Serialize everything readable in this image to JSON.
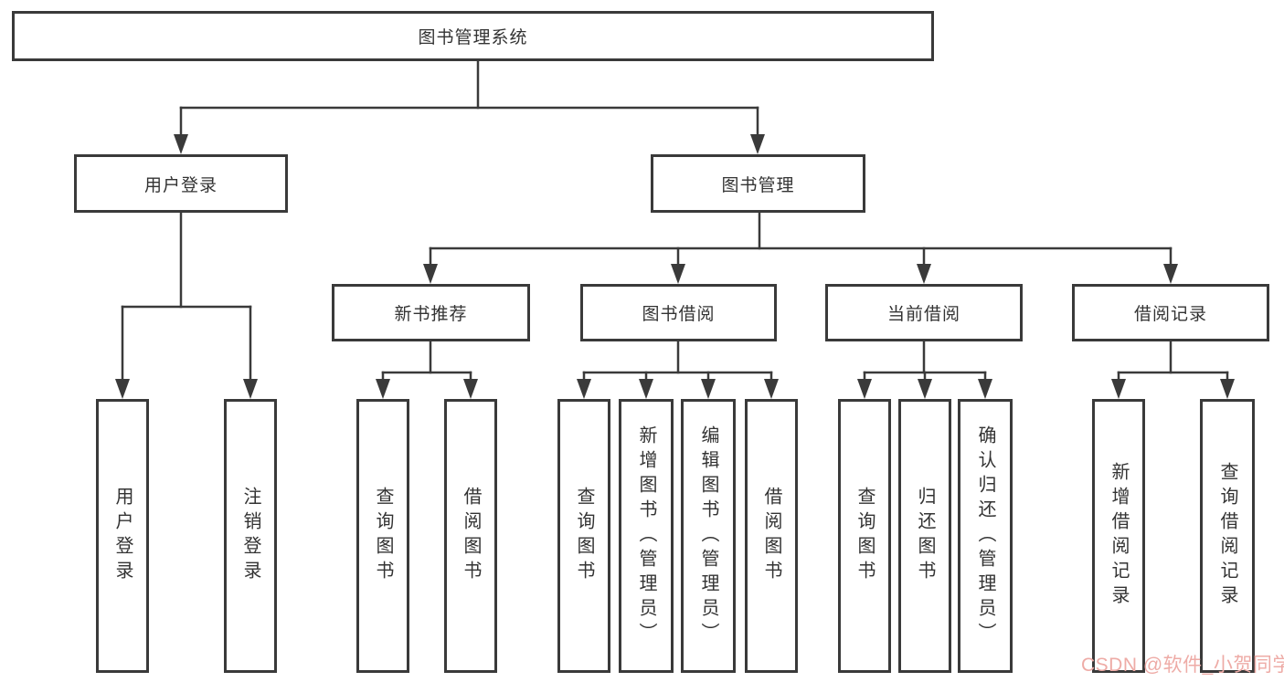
{
  "nodes": {
    "root": {
      "label": "图书管理系统"
    },
    "level2": [
      {
        "label": "用户登录"
      },
      {
        "label": "图书管理"
      }
    ],
    "level3": [
      {
        "label": "新书推荐",
        "parent": "图书管理"
      },
      {
        "label": "图书借阅",
        "parent": "图书管理"
      },
      {
        "label": "当前借阅",
        "parent": "图书管理"
      },
      {
        "label": "借阅记录",
        "parent": "图书管理"
      }
    ],
    "leaves": [
      {
        "parent": "用户登录",
        "label": "用户登录"
      },
      {
        "parent": "用户登录",
        "label": "注销登录"
      },
      {
        "parent": "新书推荐",
        "label": "查询图书"
      },
      {
        "parent": "新书推荐",
        "label": "借阅图书"
      },
      {
        "parent": "图书借阅",
        "label": "查询图书"
      },
      {
        "parent": "图书借阅",
        "label": "新增图书（管理员）"
      },
      {
        "parent": "图书借阅",
        "label": "编辑图书（管理员）"
      },
      {
        "parent": "图书借阅",
        "label": "借阅图书"
      },
      {
        "parent": "当前借阅",
        "label": "查询图书"
      },
      {
        "parent": "当前借阅",
        "label": "归还图书"
      },
      {
        "parent": "当前借阅",
        "label": "确认归还（管理员）"
      },
      {
        "parent": "借阅记录",
        "label": "新增借阅记录"
      },
      {
        "parent": "借阅记录",
        "label": "查询借阅记录"
      }
    ]
  },
  "watermark": {
    "text": "CSDN @软件_小贺同学",
    "color": "#eeaba6"
  },
  "colors": {
    "line": "#3a3a3a",
    "box_border": "#3a3a3a",
    "box_background": "#ffffff",
    "text": "#333333",
    "page_background": "#ffffff"
  }
}
